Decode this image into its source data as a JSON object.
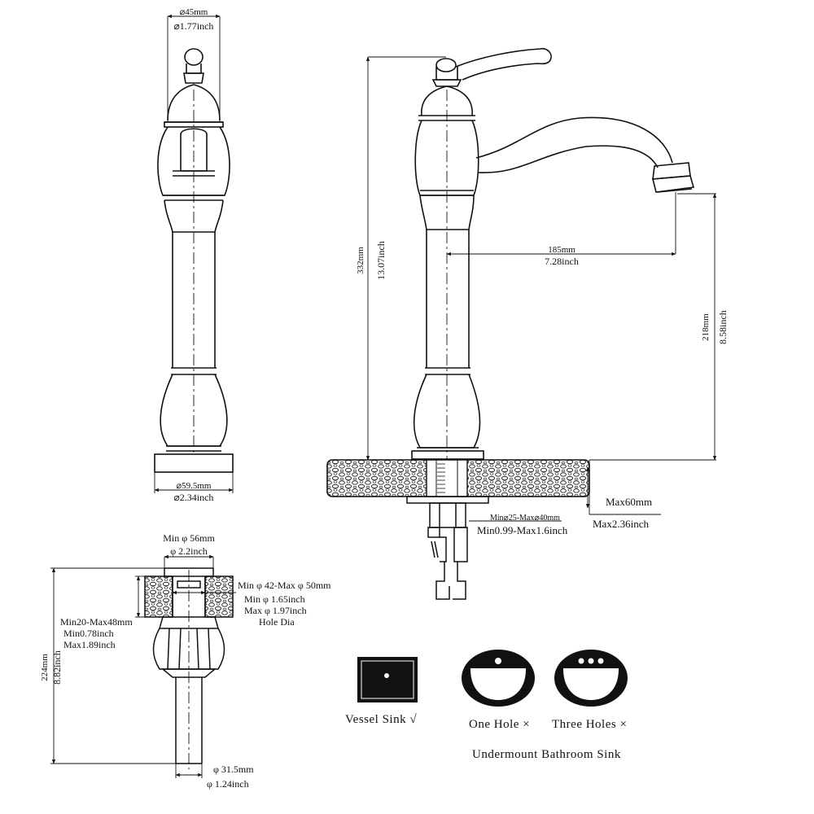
{
  "side_view": {
    "top_dia_mm": "⌀45mm",
    "top_dia_inch": "⌀1.77inch",
    "base_dia_mm": "⌀59.5mm",
    "base_dia_inch": "⌀2.34inch"
  },
  "front_view": {
    "height_mm": "332mm",
    "height_inch": "13.07inch",
    "reach_mm": "185mm",
    "reach_inch": "7.28inch",
    "spout_height_mm": "218mm",
    "spout_height_inch": "8.58inch",
    "deck_max_mm": "Max60mm",
    "deck_max_inch": "Max2.36inch",
    "hole_range_mm": "Min⌀25-Max⌀40mm",
    "hole_range_inch": "Min0.99-Max1.6inch"
  },
  "drain_view": {
    "top_dia_mm": "Min φ 56mm",
    "top_dia_inch": "φ 2.2inch",
    "hole_range_mm": "Min φ 42-Max φ 50mm",
    "hole_min_inch": "Min φ 1.65inch",
    "hole_max_inch": "Max φ 1.97inch",
    "hole_label": "Hole Dia",
    "thickness_mm": "Min20-Max48mm",
    "thickness_min_inch": "Min0.78inch",
    "thickness_max_inch": "Max1.89inch",
    "length_mm": "224mm",
    "length_inch": "8.82inch",
    "pipe_dia_mm": "φ 31.5mm",
    "pipe_dia_inch": "φ 1.24inch"
  },
  "sink_types": {
    "vessel": "Vessel Sink √",
    "one_hole": "One Hole ×",
    "three_holes": "Three Holes ×",
    "undermount": "Undermount Bathroom Sink"
  }
}
